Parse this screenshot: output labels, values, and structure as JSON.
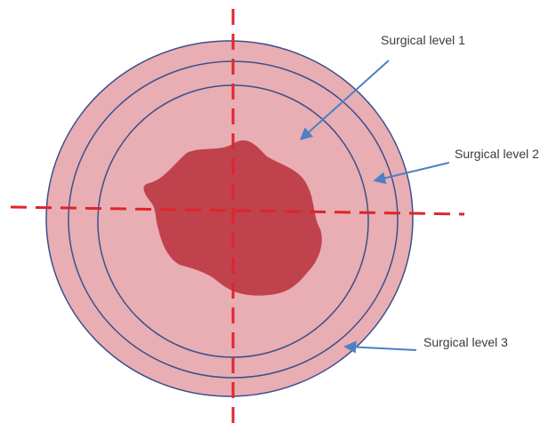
{
  "labels": {
    "level1": "Surgical level 1",
    "level2": "Surgical level 2",
    "level3": "Surgical level 3"
  },
  "colors": {
    "background": "#ffffff",
    "outer_fill": "#e8aeb3",
    "ring_stroke": "#3b4f8c",
    "tumor_fill": "#c0424c",
    "crosshair": "#e0242b",
    "arrow": "#4f7fc4",
    "text": "#3b3b3b"
  }
}
